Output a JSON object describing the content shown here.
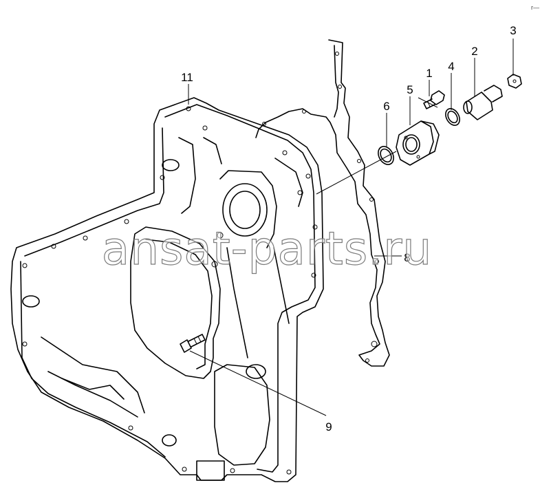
{
  "watermark": {
    "text": "ansat-parts.ru"
  },
  "corner_mark": "r—",
  "callouts": [
    {
      "id": "1",
      "label": "1"
    },
    {
      "id": "2",
      "label": "2"
    },
    {
      "id": "3",
      "label": "3"
    },
    {
      "id": "4",
      "label": "4"
    },
    {
      "id": "5",
      "label": "5"
    },
    {
      "id": "6",
      "label": "6"
    },
    {
      "id": "8",
      "label": "8"
    },
    {
      "id": "9",
      "label": "9"
    },
    {
      "id": "11",
      "label": "11"
    }
  ],
  "colors": {
    "line": "#000000",
    "background": "#ffffff",
    "watermark_outline": "#7a7a7a"
  }
}
